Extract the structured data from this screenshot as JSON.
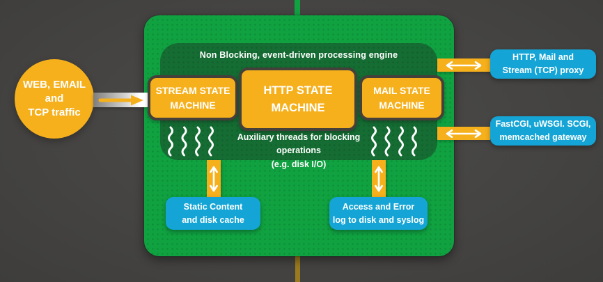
{
  "colors": {
    "background": "#454442",
    "bright_green": "#10A241",
    "dark_green": "#156D33",
    "amber": "#F6B01C",
    "blue": "#14A5D6",
    "box_border": "#45403a",
    "olive_pipe": "#9a7a1e",
    "text": "#FFFFFF"
  },
  "traffic_source": {
    "line1": "WEB, EMAIL",
    "line2": "and",
    "line3": "TCP traffic"
  },
  "engine": {
    "header": "Non Blocking, event-driven processing engine",
    "state_machines": [
      {
        "id": "stream",
        "line1": "STREAM STATE",
        "line2": "MACHINE"
      },
      {
        "id": "http",
        "line1": "HTTP STATE",
        "line2": "MACHINE"
      },
      {
        "id": "mail",
        "line1": "MAIL STATE",
        "line2": "MACHINE"
      }
    ],
    "aux_threads": {
      "line1": "Auxiliary threads for blocking operations",
      "line2": "(e.g. disk I/O)"
    }
  },
  "right_targets": [
    {
      "line1": "HTTP, Mail and",
      "line2": "Stream (TCP) proxy"
    },
    {
      "line1": "FastCGI, uWSGI. SCGI,",
      "line2": "memcached gateway"
    }
  ],
  "bottom_targets": [
    {
      "line1": "Static Content",
      "line2": "and disk cache"
    },
    {
      "line1": "Access and Error",
      "line2": "log to disk and syslog"
    }
  ]
}
